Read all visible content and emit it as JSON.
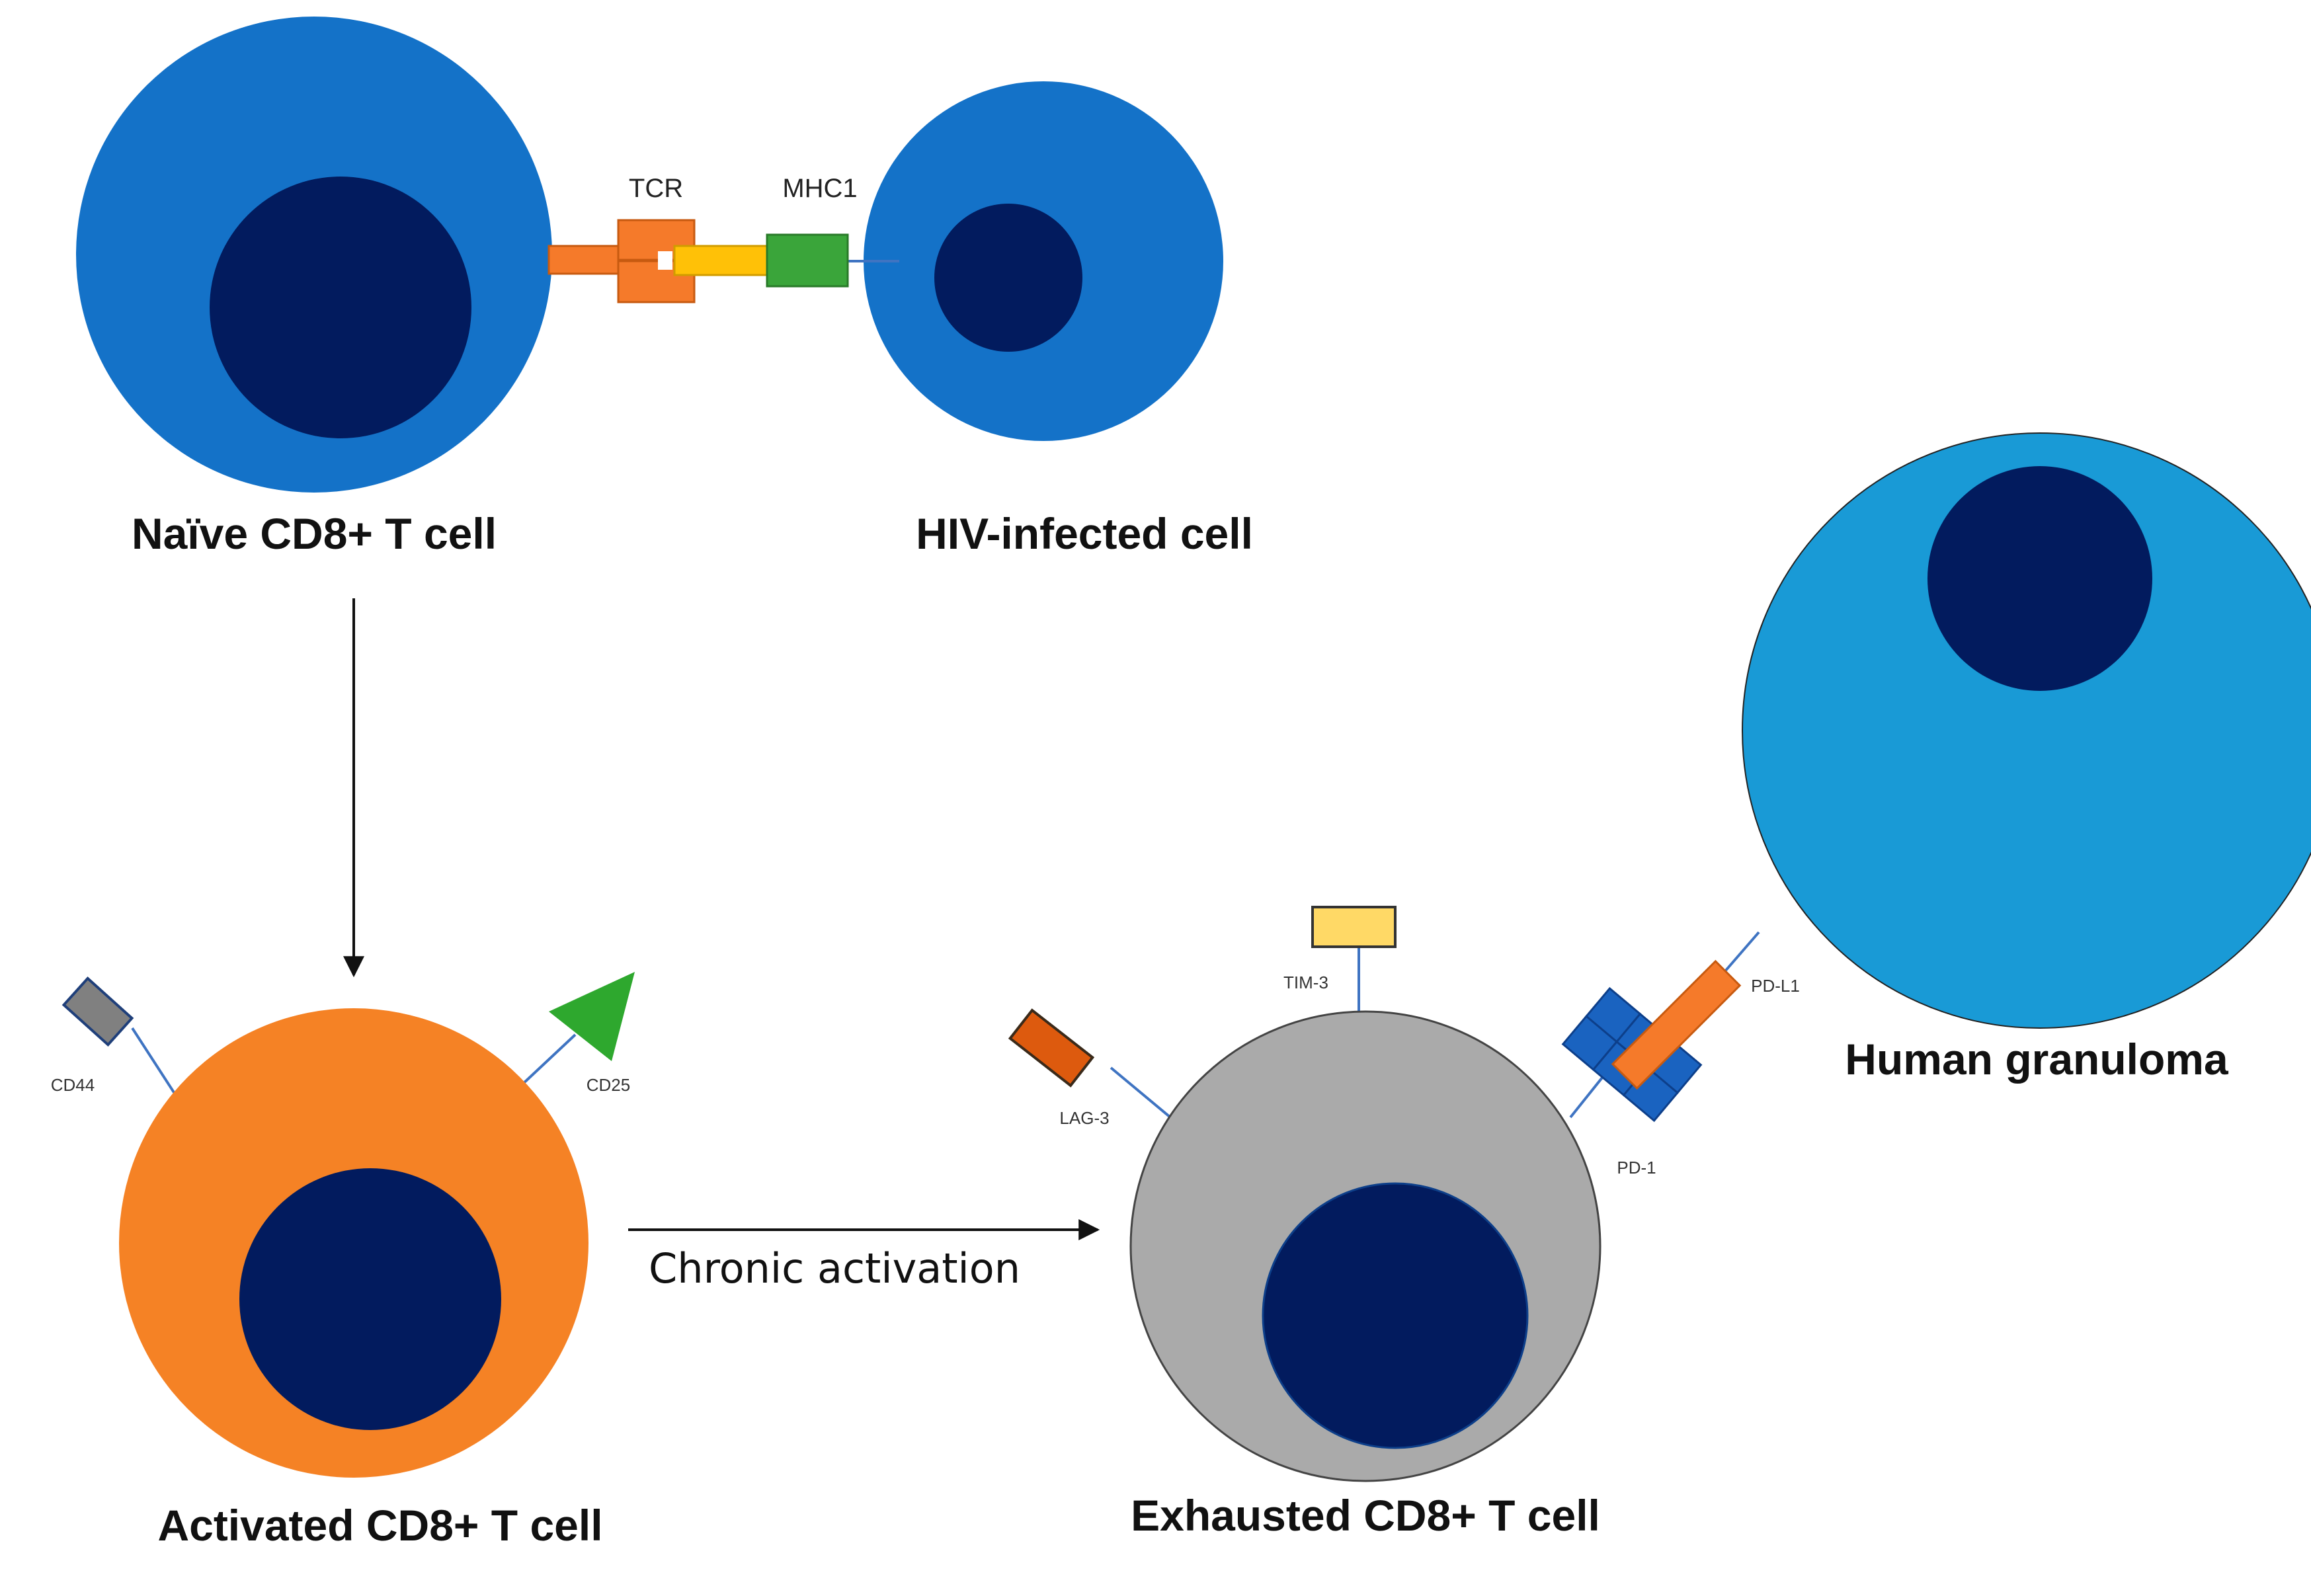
{
  "colors": {
    "naive_cell": "#1472c8",
    "nucleus": "#021b5e",
    "activated_cell": "#f58225",
    "exhausted_cell": "#aaaaaa",
    "granuloma_cell": "#199ad6",
    "tcr": "#f57a2a",
    "tcr_linker": "#ffc107",
    "mhc1": "#3aa53a",
    "cd44": "#808080",
    "cd25": "#2ea82e",
    "lag3": "#dd5a0e",
    "tim3": "#ffd966",
    "pd1": "#1a63c0",
    "pdl1": "#f57a2a"
  },
  "cells": {
    "naive": "Naïve CD8+ T cell",
    "hiv": "HIV-infected cell",
    "activated": "Activated CD8+ T cell",
    "exhausted": "Exhausted CD8+ T cell",
    "granuloma": "Human granuloma"
  },
  "molecules": {
    "tcr": "TCR",
    "mhc1": "MHC1",
    "cd44": "CD44",
    "cd25": "CD25",
    "tim3": "TIM-3",
    "lag3": "LAG-3",
    "pd1": "PD-1",
    "pdl1": "PD-L1"
  },
  "arrows": {
    "chronic_activation": "Chronic activation"
  }
}
